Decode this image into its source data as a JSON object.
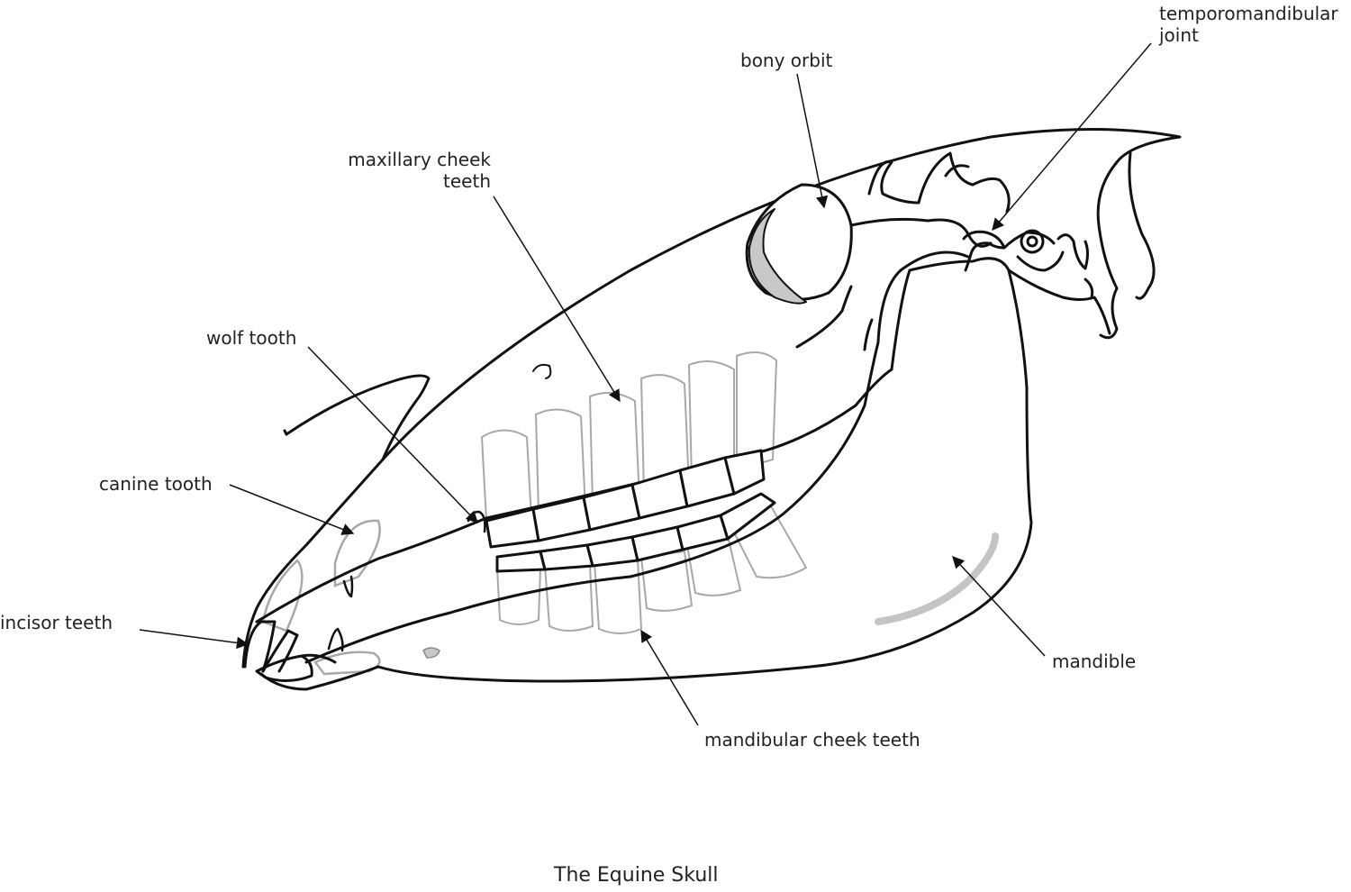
{
  "diagram": {
    "caption": "The Equine Skull",
    "labels": {
      "temporomandibular_1": "temporomandibular",
      "temporomandibular_2": "joint",
      "bony_orbit": "bony orbit",
      "maxillary_1": "maxillary cheek",
      "maxillary_2": "teeth",
      "wolf_tooth": "wolf tooth",
      "canine_tooth": "canine tooth",
      "incisor_teeth": "incisor teeth",
      "mandible": "mandible",
      "mandibular_cheek_teeth": "mandibular cheek teeth"
    },
    "colors": {
      "outline": "#111111",
      "ghost_teeth": "#a8a8a8",
      "shading": "#bdbdbd",
      "text": "#222222"
    }
  }
}
